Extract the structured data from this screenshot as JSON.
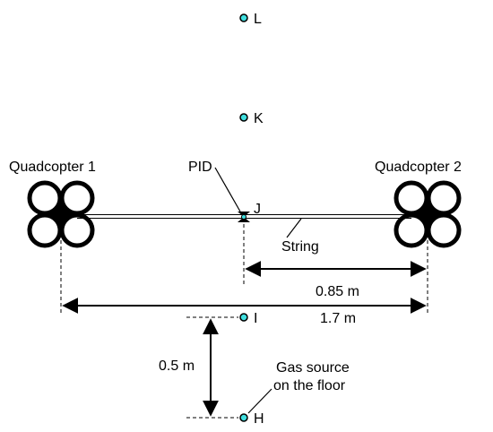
{
  "labels": {
    "quadcopter_1": "Quadcopter 1",
    "quadcopter_2": "Quadcopter 2",
    "pid": "PID",
    "string": "String",
    "dim_half": "0.85 m",
    "dim_full": "1.7 m",
    "dim_height": "0.5 m",
    "gas_source_line1": "Gas source",
    "gas_source_line2": "on the floor"
  },
  "points": [
    {
      "id": "L",
      "label": "L"
    },
    {
      "id": "K",
      "label": "K"
    },
    {
      "id": "J",
      "label": "J"
    },
    {
      "id": "I",
      "label": "I"
    },
    {
      "id": "H",
      "label": "H"
    }
  ],
  "colors": {
    "point_fill": "#40e0e0",
    "stroke": "#000000",
    "string": "#000000"
  }
}
